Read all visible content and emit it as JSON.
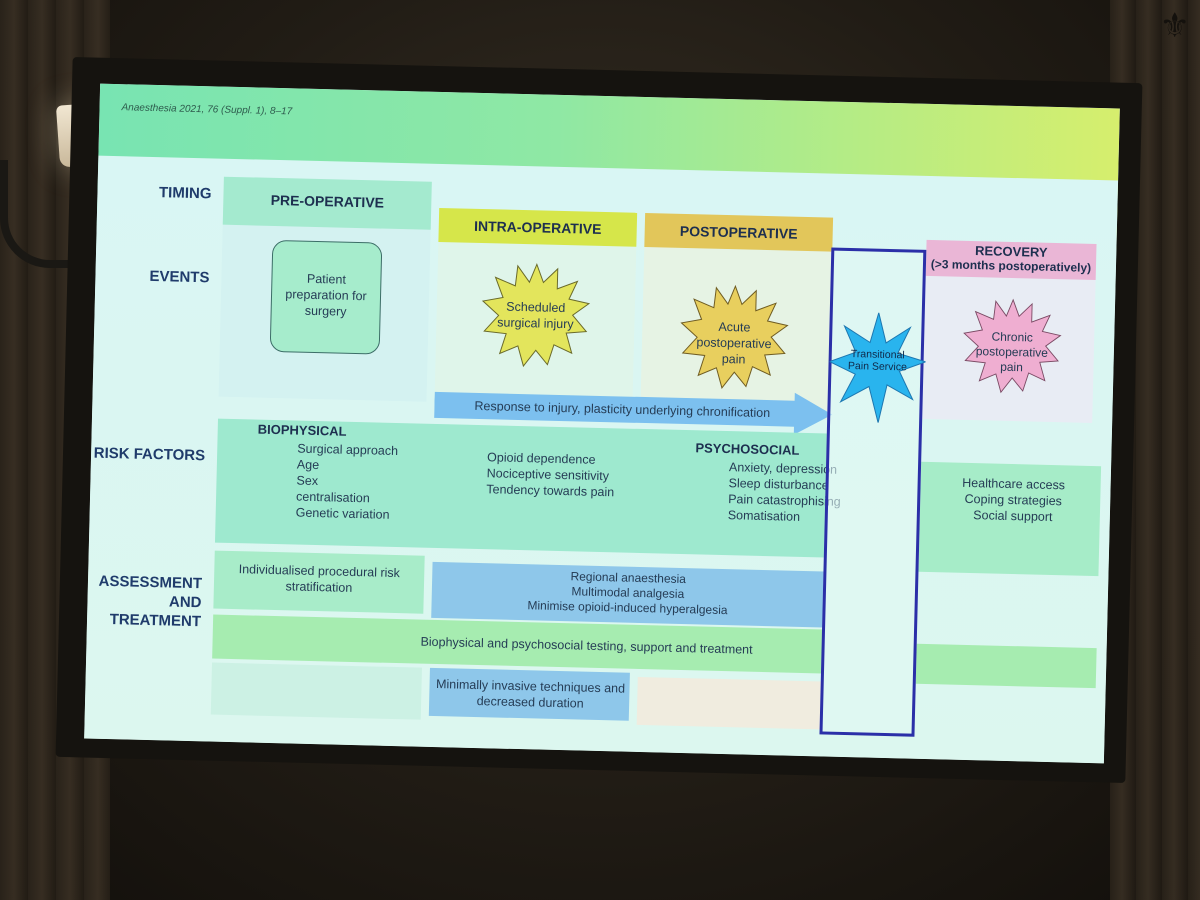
{
  "citation": "Anaesthesia 2021, 76 (Suppl. 1), 8–17",
  "row_labels": {
    "timing": "TIMING",
    "events": "EVENTS",
    "risk_factors": "RISK FACTORS",
    "assessment_1": "ASSESSMENT",
    "assessment_2": "AND",
    "assessment_3": "TREATMENT"
  },
  "phases": {
    "pre": "PRE-OPERATIVE",
    "intra": "INTRA-OPERATIVE",
    "post": "POSTOPERATIVE",
    "recovery": "RECOVERY",
    "recovery_sub": "(>3 months postoperatively)"
  },
  "events": {
    "pre_box": "Patient preparation for surgery",
    "intra_star": "Scheduled surgical injury",
    "post_star": "Acute postoperative pain",
    "tps_star": "Transitional Pain Service",
    "recovery_star": "Chronic postoperative pain",
    "arrow": "Response to injury, plasticity underlying chronification"
  },
  "risk_factors": {
    "biophysical_title": "BIOPHYSICAL",
    "biophysical": [
      "Surgical approach",
      "Age",
      "Sex",
      "centralisation",
      "Genetic variation"
    ],
    "middle": [
      "Opioid dependence",
      "Nociceptive sensitivity",
      "Tendency towards pain"
    ],
    "psychosocial_title": "PSYCHOSOCIAL",
    "psychosocial": [
      "Anxiety, depression",
      "Sleep disturbance",
      "Pain catastrophising",
      "Somatisation"
    ],
    "recovery": [
      "Healthcare access",
      "Coping strategies",
      "Social support"
    ]
  },
  "assessment": {
    "individualised": "Individualised procedural risk stratification",
    "regional": [
      "Regional anaesthesia",
      "Multimodal analgesia",
      "Minimise opioid-induced hyperalgesia"
    ],
    "testing": "Biophysical and psychosocial testing, support and treatment",
    "minimally": "Minimally invasive techniques and decreased duration"
  },
  "colors": {
    "teal_band": "#9ee9cf",
    "green_band": "#a6ecb0",
    "yellow_label": "#d6e64a",
    "orange_label": "#e2c65a",
    "pink_label": "#eab6d6",
    "blue_box": "#8ec7ea",
    "blue_arrow": "#7cc0ef",
    "yellow_star": "#e3e55c",
    "orange_star": "#e8cf5e",
    "pink_star": "#efaed1",
    "cyan_star": "#29b4ee",
    "tps_border": "#2b2fa8"
  }
}
